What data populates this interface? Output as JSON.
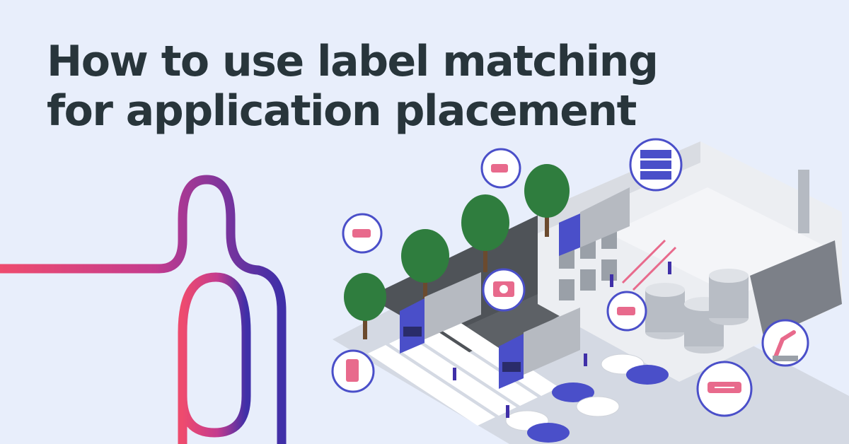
{
  "banner": {
    "title_line1": "How to use label matching",
    "title_line2": "for application placement"
  },
  "colors": {
    "background": "#e8eefb",
    "title_text": "#28353b",
    "line_gradient_start": "#ee4b6e",
    "line_gradient_end": "#3f2fa8",
    "truck_cab": "#4a4fc9",
    "icon_ring": "#4a4fc9",
    "sensor_accent": "#e86a8c",
    "tree_green": "#2f7d3e"
  },
  "illustration": {
    "subject": "isometric smart factory with trucks, cars, trees and IoT device icons",
    "icons": [
      "security-camera-icon",
      "server-rack-icon",
      "smart-meter-icon",
      "phone-sensor-icon",
      "robot-arm-icon",
      "heater-sensor-icon"
    ]
  }
}
